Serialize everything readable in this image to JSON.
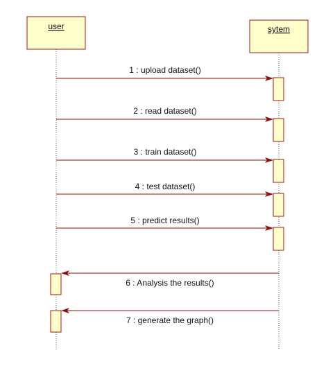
{
  "participants": {
    "user": {
      "name": "user"
    },
    "system": {
      "name": "sytem"
    }
  },
  "messages": [
    {
      "label": "1 : upload dataset()",
      "from": "user",
      "to": "system"
    },
    {
      "label": "2 : read dataset()",
      "from": "user",
      "to": "system"
    },
    {
      "label": "3 : train dataset()",
      "from": "user",
      "to": "system"
    },
    {
      "label": "4 : test dataset()",
      "from": "user",
      "to": "system"
    },
    {
      "label": "5 : predict results()",
      "from": "user",
      "to": "system"
    },
    {
      "label": "6 : Analysis the results()",
      "from": "system",
      "to": "user"
    },
    {
      "label": "7 : generate the graph()",
      "from": "system",
      "to": "user"
    }
  ],
  "colors": {
    "box_fill": "#ffffcc",
    "box_border": "#a01818",
    "arrow": "#8b1010"
  }
}
